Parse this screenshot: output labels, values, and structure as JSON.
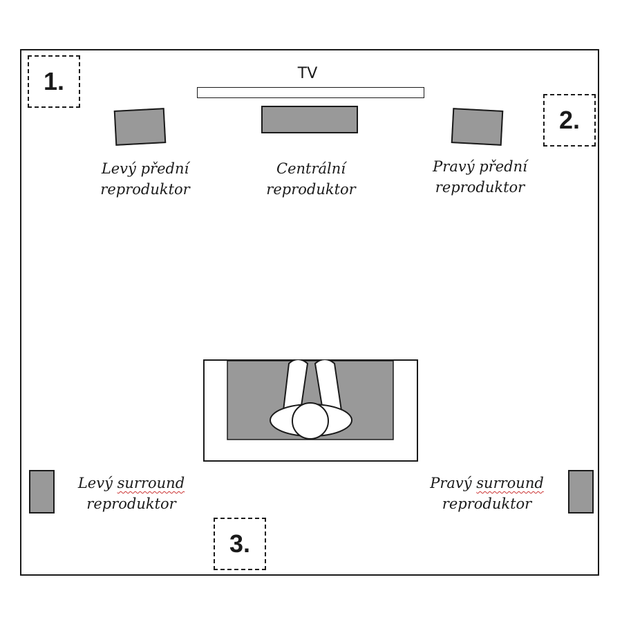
{
  "zones": [
    "1.",
    "2.",
    "3."
  ],
  "tv": {
    "label": "TV"
  },
  "speakers": {
    "front_left": {
      "line1": "Levý přední",
      "line2": "reproduktor"
    },
    "center": {
      "line1": "Centrální",
      "line2": "reproduktor"
    },
    "front_right": {
      "line1": "Pravý přední",
      "line2": "reproduktor"
    },
    "surround_left": {
      "line1_a": "Levý ",
      "line1_b": "surround",
      "line2": "reproduktor"
    },
    "surround_right": {
      "line1_a": "Pravý ",
      "line1_b": "surround",
      "line2": "reproduktor"
    }
  },
  "colors": {
    "speaker_fill": "#999999",
    "outline": "#1a1a1a"
  }
}
